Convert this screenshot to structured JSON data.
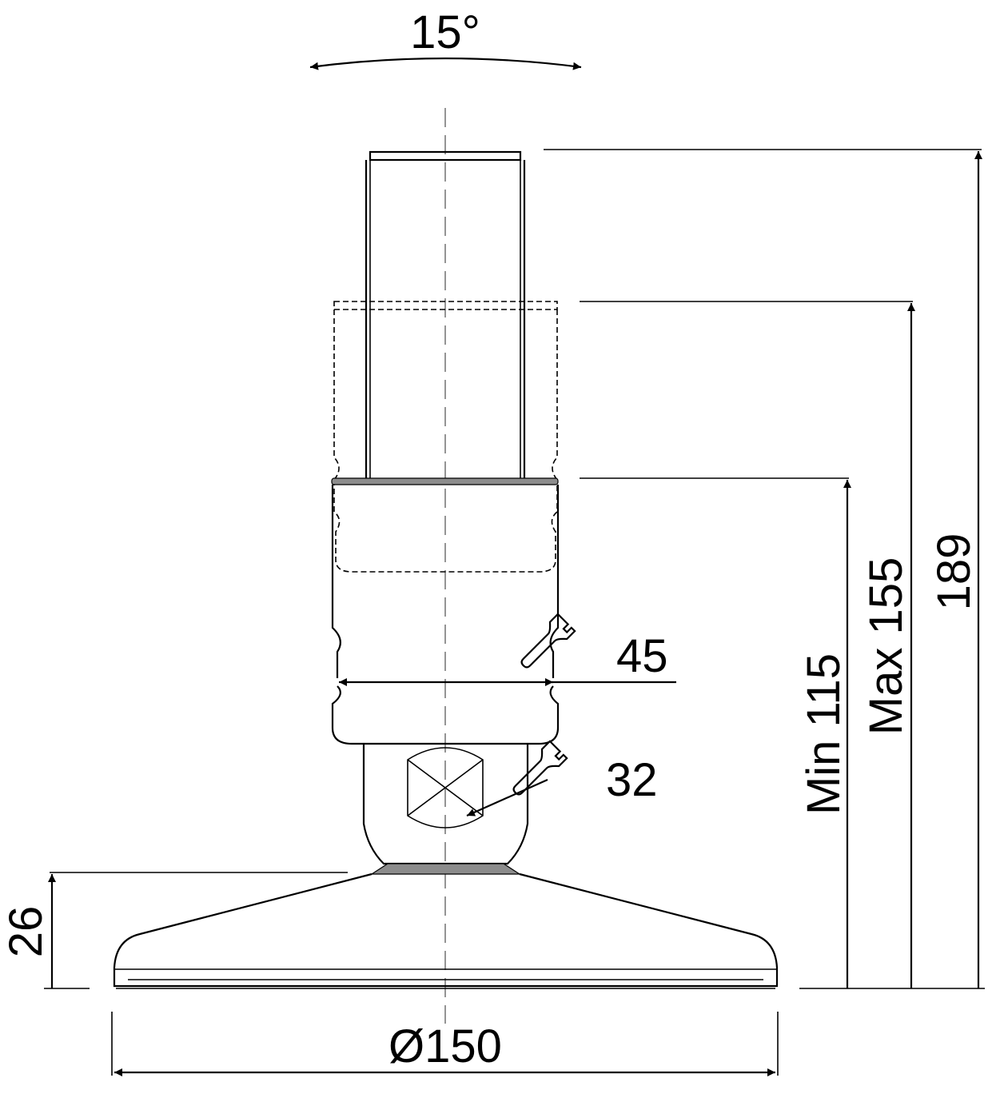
{
  "labels": {
    "angle": "15°",
    "wrench_large": "45",
    "wrench_small": "32",
    "height_min": "Min 115",
    "height_max": "Max 155",
    "height_total": "189",
    "base_height": "26",
    "base_diameter": "Ø150"
  },
  "icons": [
    "wrench-icon",
    "wrench-icon"
  ]
}
